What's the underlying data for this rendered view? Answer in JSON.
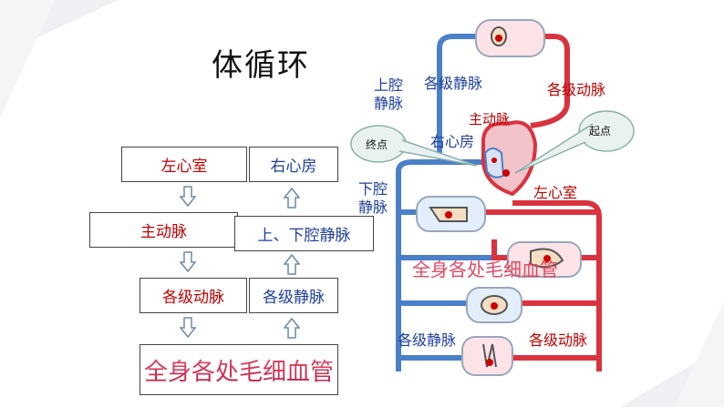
{
  "title": "体循环",
  "flow_left": {
    "row1": "左心室",
    "row2": "主动脉",
    "row3": "各级动脉",
    "bottom": "全身各处毛细血管"
  },
  "flow_right": {
    "row1": "右心房",
    "row2": "上、下腔静脉",
    "row3": "各级静脉"
  },
  "diagram_labels": {
    "upper_vena": "上腔\n静脉",
    "upper_vena_l1": "上腔",
    "upper_vena_l2": "静脉",
    "veins_top": "各级静脉",
    "arteries_top": "各级动脉",
    "aorta": "主动脉",
    "right_atrium": "右心房",
    "end_point": "终点",
    "start_point": "起点",
    "lower_vena_l1": "下腔",
    "lower_vena_l2": "静脉",
    "left_ventricle": "左心室",
    "capillaries": "全身各处毛细血管",
    "veins_bottom": "各级静脉",
    "arteries_bottom": "各级动脉"
  },
  "colors": {
    "artery": "#d9333f",
    "vein": "#4a7fc9",
    "label_red": "#c00000",
    "label_blue": "#1f3fa0"
  }
}
